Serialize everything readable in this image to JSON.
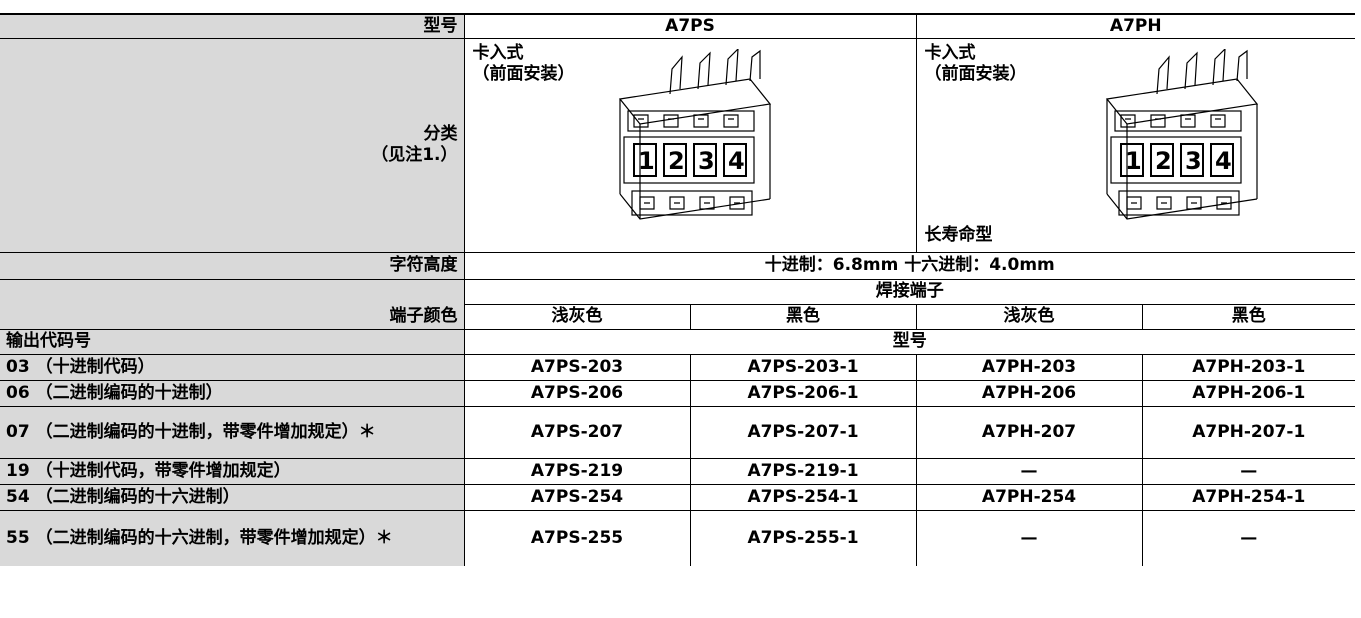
{
  "header": {
    "model_label": "型号",
    "models": [
      "A7PS",
      "A7PH"
    ]
  },
  "category": {
    "label": "分类",
    "note": "（见注1.）",
    "mount_type": "卡入式",
    "mount_detail": "（前面安装）",
    "a7ph_extra": "长寿命型",
    "wheel_digits": [
      "1",
      "2",
      "3",
      "4"
    ]
  },
  "char_height": {
    "label": "字符高度",
    "value": "十进制：6.8mm 十六进制：4.0mm"
  },
  "terminal": {
    "type_value": "焊接端子",
    "color_label": "端子颜色",
    "colors": [
      "浅灰色",
      "黑色",
      "浅灰色",
      "黑色"
    ]
  },
  "output_section": {
    "code_label": "输出代码号",
    "model_label": "型号"
  },
  "rows": [
    {
      "code": "03 （十进制代码）",
      "models": [
        "A7PS-203",
        "A7PS-203-1",
        "A7PH-203",
        "A7PH-203-1"
      ]
    },
    {
      "code": "06 （二进制编码的十进制）",
      "models": [
        "A7PS-206",
        "A7PS-206-1",
        "A7PH-206",
        "A7PH-206-1"
      ]
    },
    {
      "code": "07 （二进制编码的十进制，带零件增加规定）＊",
      "models": [
        "A7PS-207",
        "A7PS-207-1",
        "A7PH-207",
        "A7PH-207-1"
      ]
    },
    {
      "code": "19 （十进制代码，带零件增加规定）",
      "models": [
        "A7PS-219",
        "A7PS-219-1",
        "—",
        "—"
      ]
    },
    {
      "code": "54 （二进制编码的十六进制）",
      "models": [
        "A7PS-254",
        "A7PS-254-1",
        "A7PH-254",
        "A7PH-254-1"
      ]
    },
    {
      "code": "55 （二进制编码的十六进制，带零件增加规定）＊",
      "models": [
        "A7PS-255",
        "A7PS-255-1",
        "—",
        "—"
      ]
    }
  ]
}
